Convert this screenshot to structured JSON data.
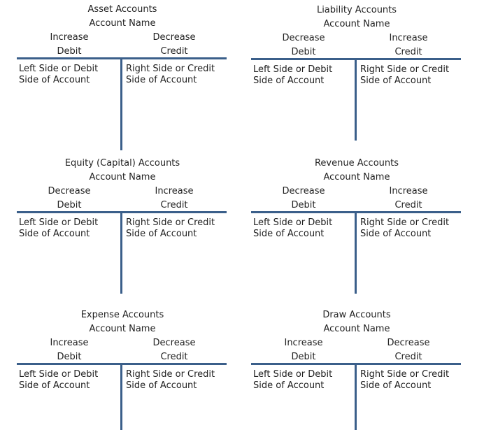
{
  "common": {
    "account_name": "Account Name",
    "debit": "Debit",
    "credit": "Credit",
    "left_line1": "Left Side or Debit",
    "left_line2": "Side of Account",
    "right_line1": "Right Side or Credit",
    "right_line2": "Side of Account"
  },
  "accounts": [
    {
      "title": "Asset Accounts",
      "debit_effect": "Increase",
      "credit_effect": "Decrease"
    },
    {
      "title": "Liability Accounts",
      "debit_effect": "Decrease",
      "credit_effect": "Increase"
    },
    {
      "title": "Equity (Capital) Accounts",
      "debit_effect": "Decrease",
      "credit_effect": "Increase"
    },
    {
      "title": "Revenue Accounts",
      "debit_effect": "Decrease",
      "credit_effect": "Increase"
    },
    {
      "title": "Expense Accounts",
      "debit_effect": "Increase",
      "credit_effect": "Decrease"
    },
    {
      "title": "Draw Accounts",
      "debit_effect": "Increase",
      "credit_effect": "Decrease"
    }
  ]
}
